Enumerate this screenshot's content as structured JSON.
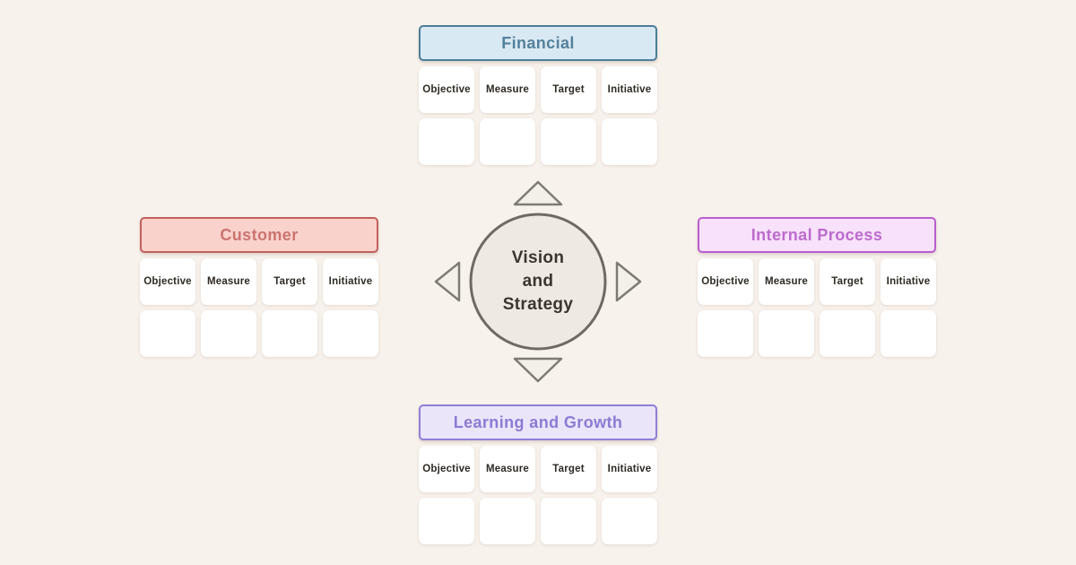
{
  "page": {
    "background_color": "#f8f2ec"
  },
  "center": {
    "label": "Vision\nand\nStrategy",
    "text_color": "#3a352e",
    "circle_fill": "#eeeae3",
    "circle_stroke": "#6e6a63",
    "arrow_fill": "#f3efe9",
    "arrow_stroke": "#7e7a74"
  },
  "column_headers": [
    "Objective",
    "Measure",
    "Target",
    "Initiative"
  ],
  "sections": [
    {
      "title": "Financial",
      "position": "top",
      "fill": "#d9e9f3",
      "border": "#4b7d99",
      "text_color": "#54809c",
      "entries": [
        "",
        "",
        "",
        ""
      ]
    },
    {
      "title": "Customer",
      "position": "left",
      "fill": "#fad2cc",
      "border": "#c2605c",
      "text_color": "#cb7470",
      "entries": [
        "",
        "",
        "",
        ""
      ]
    },
    {
      "title": "Internal Process",
      "position": "right",
      "fill": "#f8e1fa",
      "border": "#b85ecf",
      "text_color": "#bc6bce",
      "entries": [
        "",
        "",
        "",
        ""
      ]
    },
    {
      "title": "Learning and Growth",
      "position": "bottom",
      "fill": "#eae5f9",
      "border": "#8f7ed7",
      "text_color": "#8b7bd3",
      "entries": [
        "",
        "",
        "",
        ""
      ]
    }
  ]
}
